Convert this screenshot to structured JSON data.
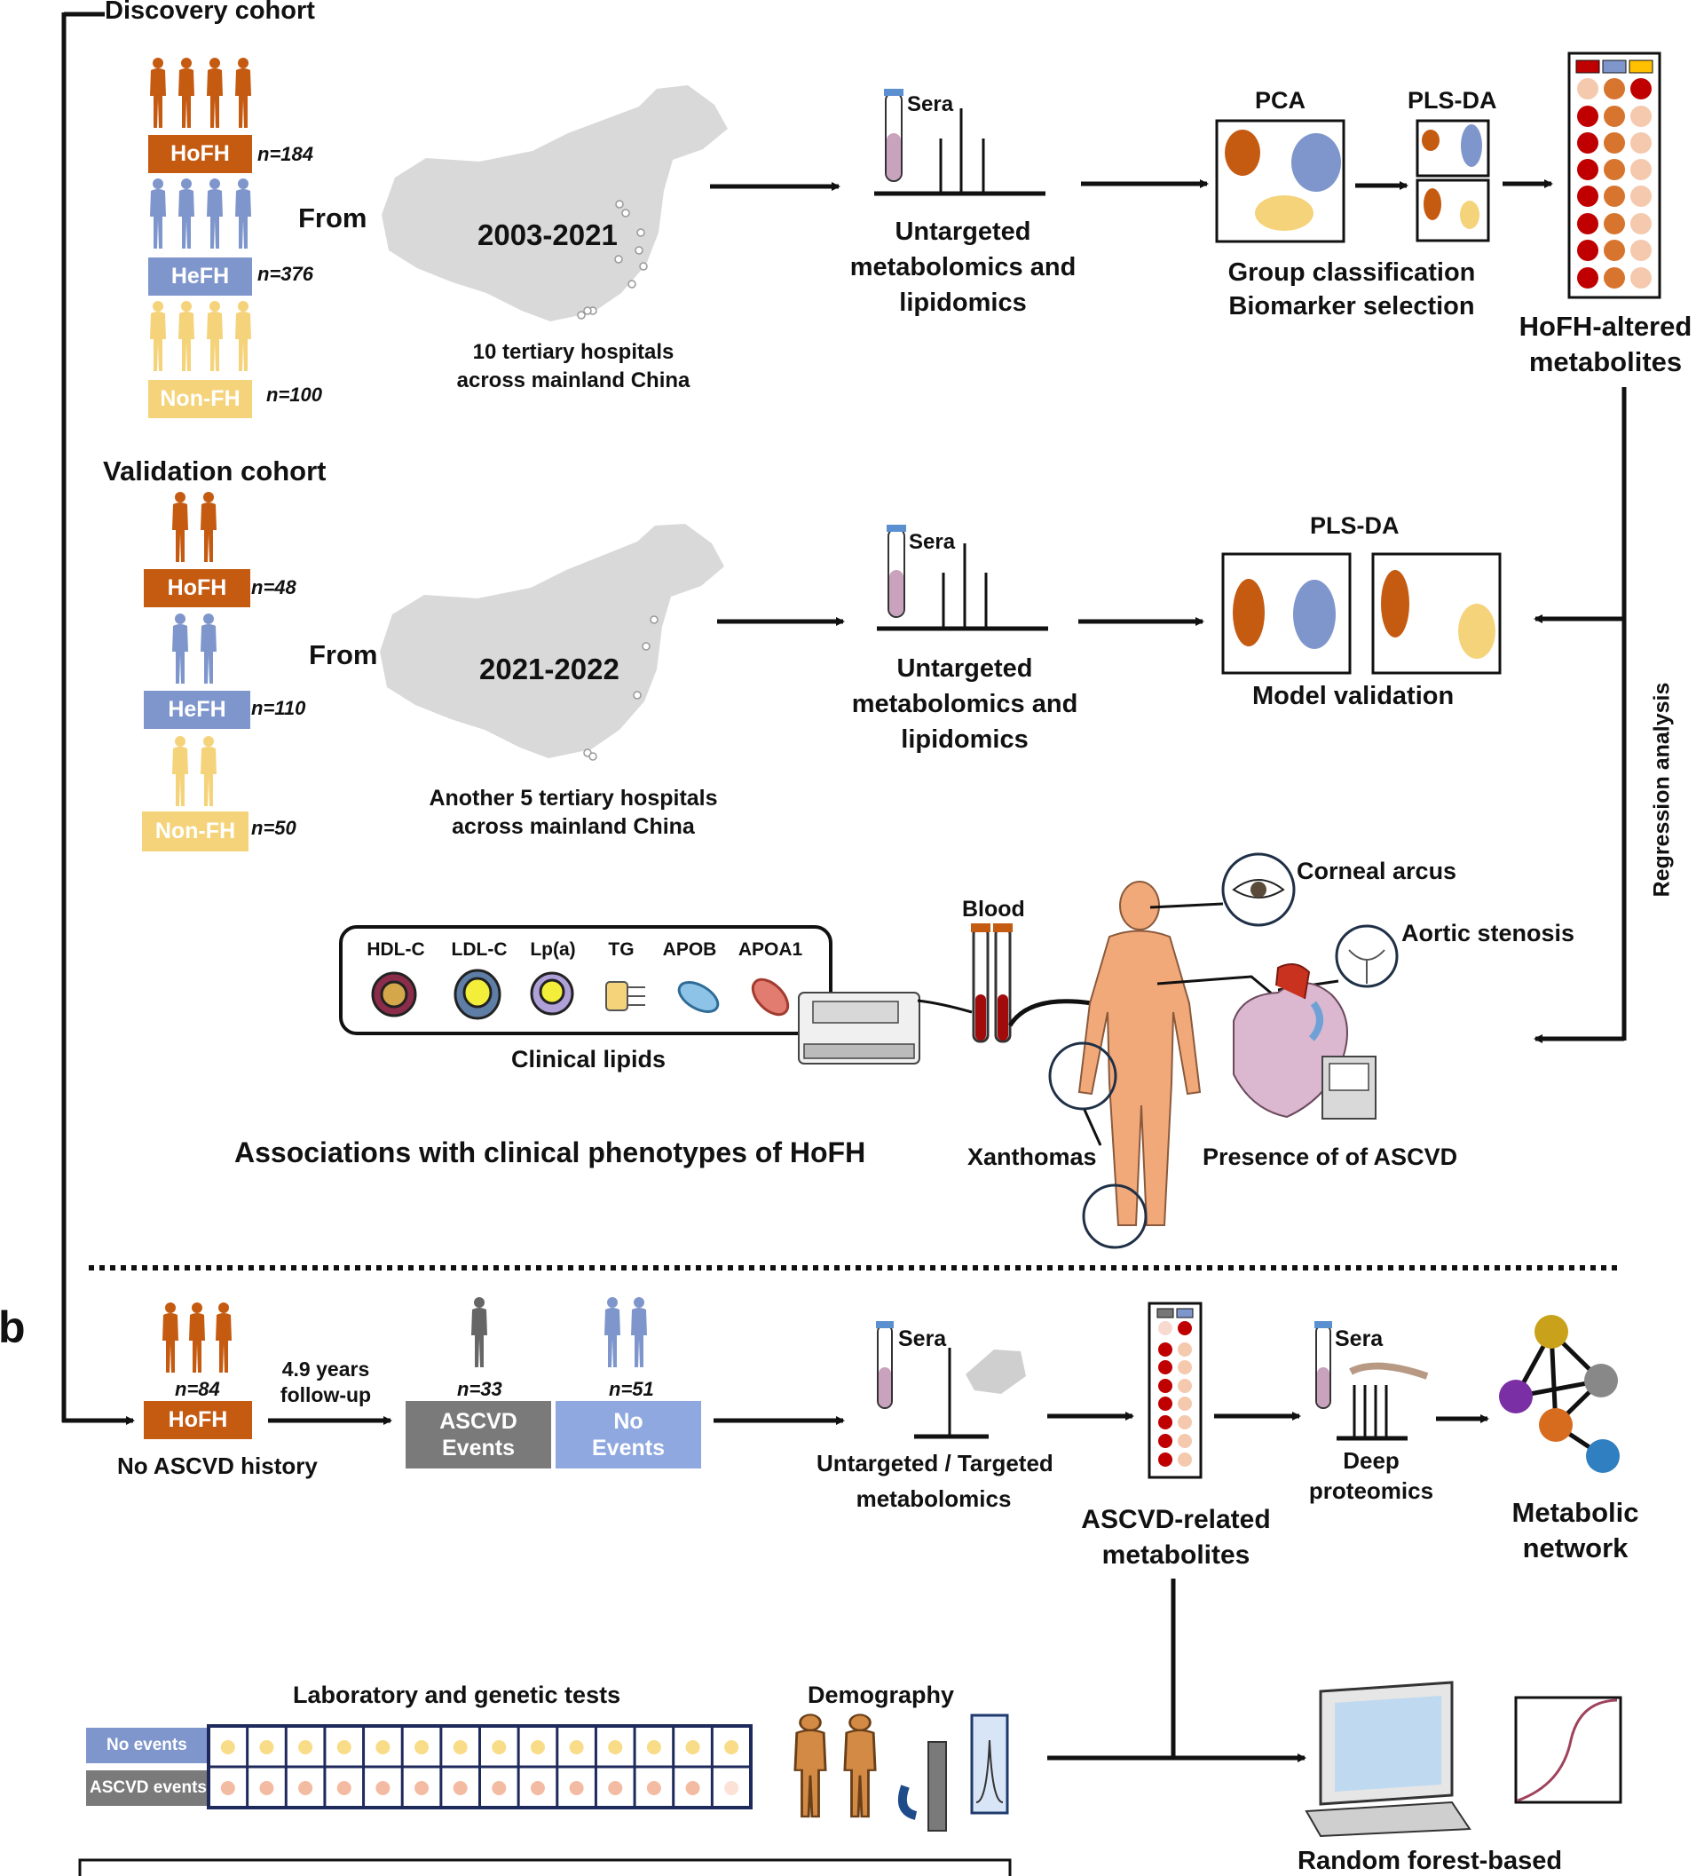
{
  "colors": {
    "hofh": "#c55a11",
    "hefh": "#7f96cc",
    "nonfh": "#f5d37a",
    "grey": "#7a7a7a",
    "map": "#d9d9d9",
    "red": "#c00000"
  },
  "discovery": {
    "title": "Discovery cohort",
    "hofh": {
      "label": "HoFH",
      "n": "n=184"
    },
    "hefh": {
      "label": "HeFH",
      "n": "n=376"
    },
    "nonfh": {
      "label": "Non-FH",
      "n": "n=100"
    },
    "from": "From",
    "years": "2003-2021",
    "hospitals": [
      "10 tertiary hospitals",
      "across mainland China"
    ],
    "sera": "Sera",
    "omics": [
      "Untargeted",
      "metabolomics and",
      "lipidomics"
    ],
    "pca": "PCA",
    "plsda": "PLS-DA",
    "classification": [
      "Group classification",
      "Biomarker selection"
    ],
    "altered": [
      "HoFH-altered",
      "metabolites"
    ]
  },
  "validation": {
    "title": "Validation cohort",
    "hofh": {
      "label": "HoFH",
      "n": "n=48"
    },
    "hefh": {
      "label": "HeFH",
      "n": "n=110"
    },
    "nonfh": {
      "label": "Non-FH",
      "n": "n=50"
    },
    "from": "From",
    "years": "2021-2022",
    "hospitals": [
      "Another 5 tertiary hospitals",
      "across mainland China"
    ],
    "sera": "Sera",
    "omics": [
      "Untargeted",
      "metabolomics and",
      "lipidomics"
    ],
    "plsda": "PLS-DA",
    "model": "Model validation",
    "regression": "Regression analysis"
  },
  "clinical": {
    "lipids": [
      "HDL-C",
      "LDL-C",
      "Lp(a)",
      "TG",
      "APOB",
      "APOA1"
    ],
    "lipids_label": "Clinical lipids",
    "blood": "Blood",
    "corneal": "Corneal arcus",
    "aortic": "Aortic stenosis",
    "xanthomas": "Xanthomas",
    "ascvd": "Presence of of ASCVD",
    "associations": "Associations with clinical phenotypes of HoFH"
  },
  "panel_b": {
    "letter": "b",
    "hofh": {
      "label": "HoFH",
      "n": "n=84"
    },
    "history": "No ASCVD history",
    "followup": [
      "4.9 years",
      "follow-up"
    ],
    "events": {
      "label": [
        "ASCVD",
        "Events"
      ],
      "n": "n=33"
    },
    "no_events": {
      "label": [
        "No",
        "Events"
      ],
      "n": "n=51"
    },
    "sera1": "Sera",
    "omics": [
      "Untargeted / Targeted",
      "metabolomics"
    ],
    "related": [
      "ASCVD-related",
      "metabolites"
    ],
    "sera2": "Sera",
    "proteomics": [
      "Deep",
      "proteomics"
    ],
    "network": [
      "Metabolic",
      "network"
    ],
    "lab_tests": "Laboratory and genetic tests",
    "row_no_events": "No events",
    "row_ascvd_events": "ASCVD events",
    "demography": "Demography",
    "rf": "Random forest-based"
  }
}
